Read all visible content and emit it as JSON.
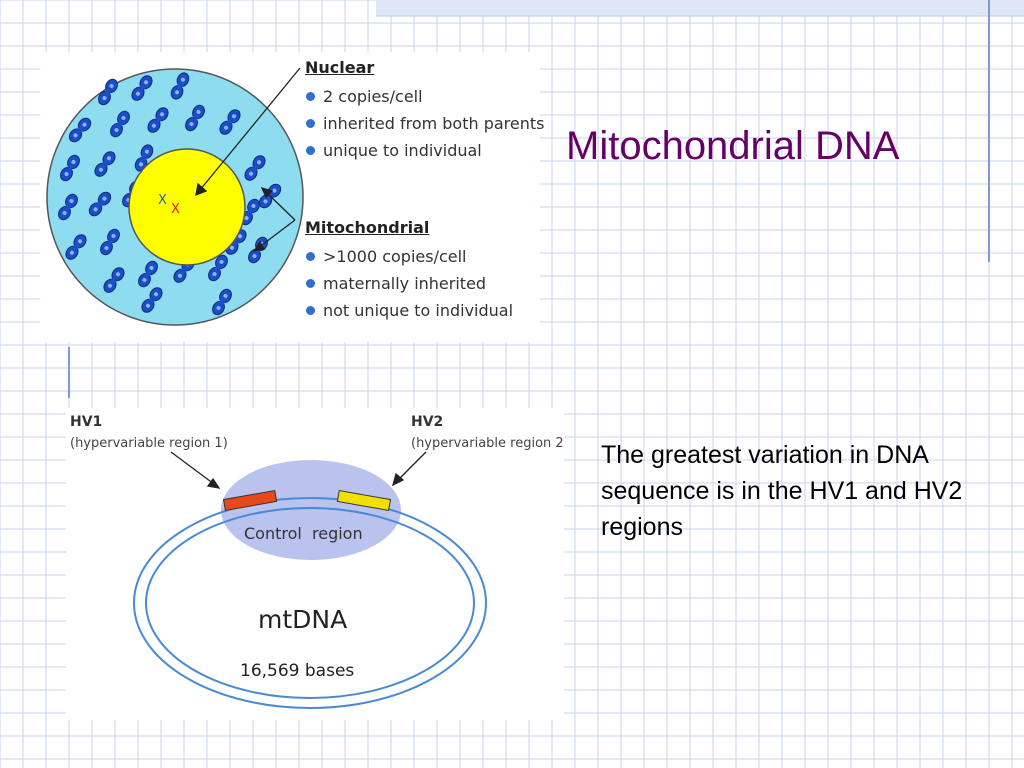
{
  "slide": {
    "title": "Mitochondrial DNA",
    "body": "The greatest variation in DNA sequence is in the HV1 and HV2 regions"
  },
  "cell_figure": {
    "chromosome_labels": [
      "X",
      "X"
    ],
    "nuclear": {
      "heading": "Nuclear",
      "items": [
        "2 copies/cell",
        "inherited from both parents",
        "unique to individual"
      ]
    },
    "mitochondrial": {
      "heading": "Mitochondrial",
      "items": [
        ">1000 copies/cell",
        "maternally inherited",
        "not unique to individual"
      ]
    }
  },
  "mtdna_figure": {
    "hv1_label": "HV1",
    "hv1_sub": "(hypervariable region 1)",
    "hv2_label": "HV2",
    "hv2_sub": "(hypervariable region 2)",
    "control_region": "Control  region",
    "center_label": "mtDNA",
    "bases": "16,569 bases"
  },
  "colors": {
    "title": "#660066",
    "cell_fill": "#8ddcf0",
    "nucleus_fill": "#ffff00",
    "mito_blue": "#1a4fc8",
    "hv1": "#e8491b",
    "hv2": "#f2e000",
    "halo": "#b9c3ee",
    "ring": "#4a8ad4"
  }
}
